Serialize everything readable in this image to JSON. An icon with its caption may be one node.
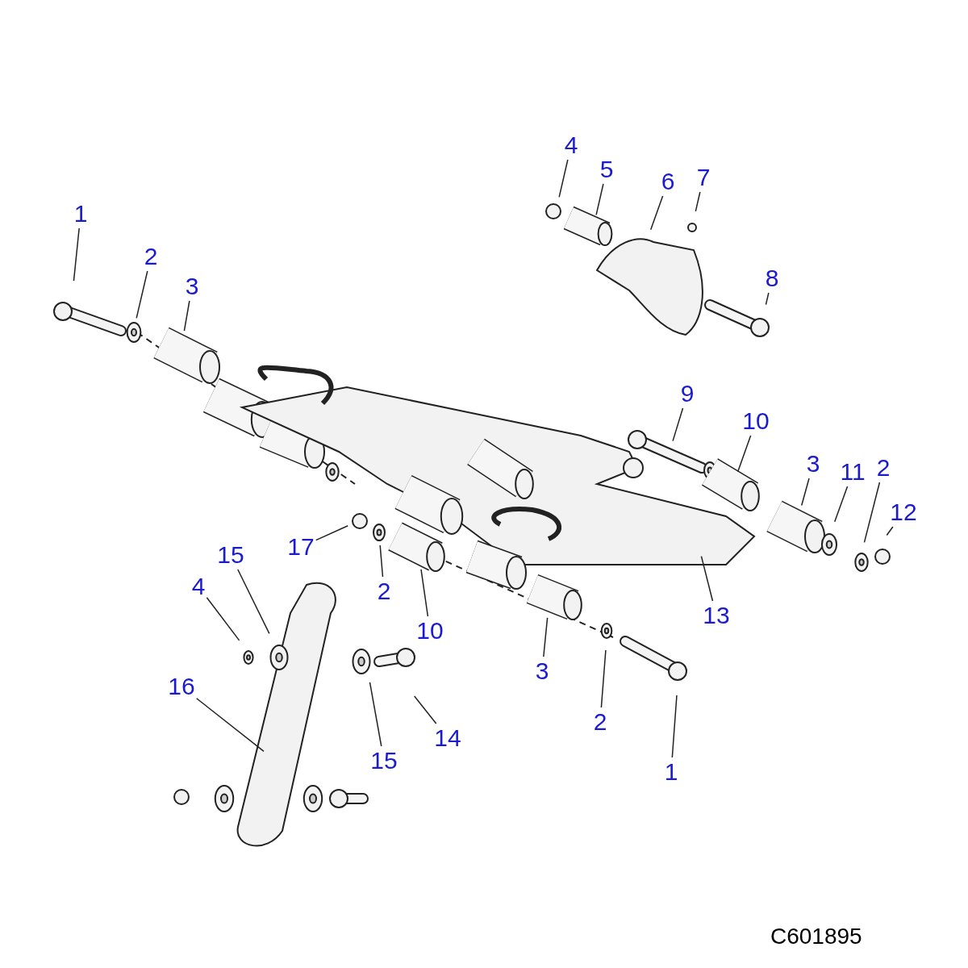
{
  "diagram": {
    "nodes": [
      {
        "text": [
          "1"
        ]
      },
      {
        "text": [
          "2"
        ]
      },
      {
        "text": [
          "3"
        ]
      },
      {
        "text": [
          "4"
        ]
      },
      {
        "text": [
          "5"
        ]
      },
      {
        "text": [
          "6"
        ]
      },
      {
        "text": [
          "7"
        ]
      },
      {
        "text": [
          "8"
        ]
      },
      {
        "text": [
          "9"
        ]
      },
      {
        "text": [
          "10"
        ]
      },
      {
        "text": [
          "3"
        ]
      },
      {
        "text": [
          "11"
        ]
      },
      {
        "text": [
          "2"
        ]
      },
      {
        "text": [
          "12"
        ]
      },
      {
        "text": [
          "17"
        ]
      },
      {
        "text": [
          "2"
        ]
      },
      {
        "text": [
          "15"
        ]
      },
      {
        "text": [
          "4"
        ]
      },
      {
        "text": [
          "10"
        ]
      },
      {
        "text": [
          "13"
        ]
      },
      {
        "text": [
          "3"
        ]
      },
      {
        "text": [
          "16"
        ]
      },
      {
        "text": [
          "15"
        ]
      },
      {
        "text": [
          "14"
        ]
      },
      {
        "text": [
          "2"
        ]
      },
      {
        "text": [
          "1"
        ]
      }
    ],
    "edges": [
      {
        "from": 0,
        "to": null,
        "arrow": "none"
      },
      {
        "from": 1,
        "to": null,
        "arrow": "none"
      },
      {
        "from": 2,
        "to": null,
        "arrow": "none"
      },
      {
        "from": 3,
        "to": null,
        "arrow": "none"
      },
      {
        "from": 4,
        "to": null,
        "arrow": "none"
      },
      {
        "from": 5,
        "to": null,
        "arrow": "none"
      },
      {
        "from": 6,
        "to": null,
        "arrow": "none"
      },
      {
        "from": 7,
        "to": null,
        "arrow": "none"
      },
      {
        "from": 8,
        "to": null,
        "arrow": "none"
      },
      {
        "from": 9,
        "to": null,
        "arrow": "none"
      },
      {
        "from": 10,
        "to": null,
        "arrow": "none"
      },
      {
        "from": 11,
        "to": null,
        "arrow": "none"
      },
      {
        "from": 12,
        "to": null,
        "arrow": "none"
      },
      {
        "from": 13,
        "to": null,
        "arrow": "none"
      },
      {
        "from": 14,
        "to": null,
        "arrow": "none"
      },
      {
        "from": 15,
        "to": null,
        "arrow": "none"
      },
      {
        "from": 16,
        "to": null,
        "arrow": "none"
      },
      {
        "from": 17,
        "to": null,
        "arrow": "none"
      },
      {
        "from": 18,
        "to": null,
        "arrow": "none"
      },
      {
        "from": 19,
        "to": null,
        "arrow": "none"
      },
      {
        "from": 20,
        "to": null,
        "arrow": "none"
      },
      {
        "from": 21,
        "to": null,
        "arrow": "none"
      },
      {
        "from": 22,
        "to": null,
        "arrow": "none"
      },
      {
        "from": 23,
        "to": null,
        "arrow": "none"
      },
      {
        "from": 24,
        "to": null,
        "arrow": "none"
      },
      {
        "from": 25,
        "to": null,
        "arrow": "none"
      }
    ],
    "labels": [
      "C601895"
    ]
  }
}
